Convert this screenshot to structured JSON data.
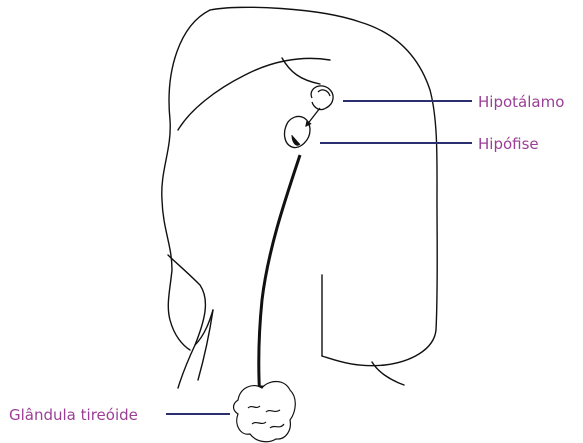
{
  "labels": {
    "hypothalamus": "Hipotálamo",
    "pituitary": "Hipófise",
    "thyroid": "Glândula tireóide"
  },
  "colors": {
    "label_text": "#9b3f96",
    "leader_line": "#2b2f6f",
    "drawing": "#111111"
  },
  "icons": {
    "arrow": "arrow-down-icon"
  }
}
